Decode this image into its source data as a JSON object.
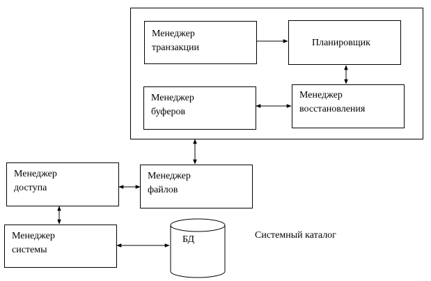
{
  "diagram": {
    "boxes": {
      "transaction_manager": "Менеджер\nтранзакции",
      "scheduler": "Планировщик",
      "buffer_manager": "Менеджер\nбуферов",
      "recovery_manager": "Менеджер\nвосстановления",
      "access_manager": "Менеджер\nдоступа",
      "file_manager": "Менеджер\nфайлов",
      "system_manager": "Менеджер\nсистемы"
    },
    "database": "БД",
    "system_catalog": "Системный каталог"
  }
}
